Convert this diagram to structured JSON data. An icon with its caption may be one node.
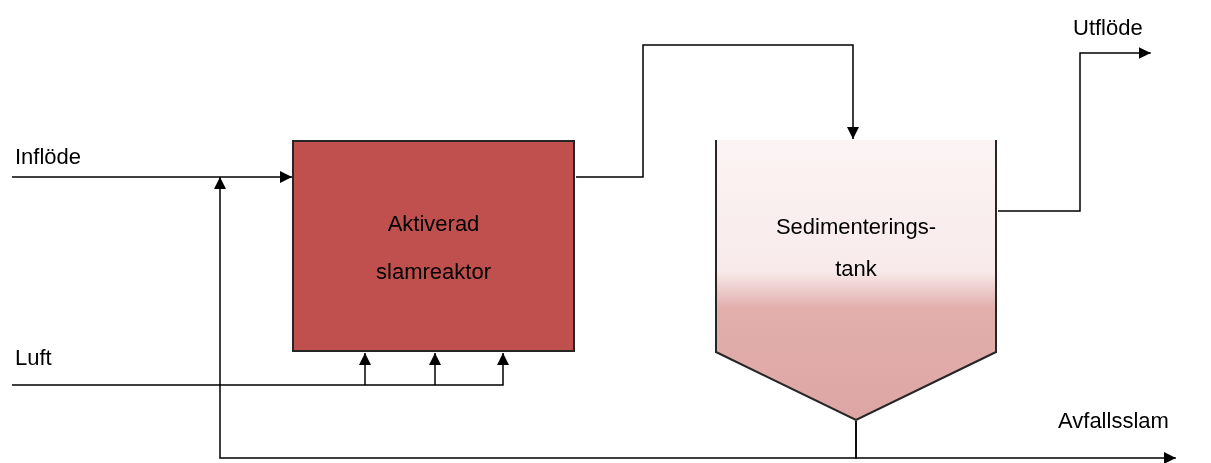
{
  "diagram": {
    "nodes": [
      {
        "text": [
          "Utflöde"
        ]
      },
      {
        "text": [
          "Inflöde"
        ]
      },
      {
        "text": [
          "Aktiverad slamreaktor"
        ]
      },
      {
        "text": [
          "Sedimenterings- tank"
        ]
      },
      {
        "text": [
          "Luft"
        ]
      },
      {
        "text": [
          "Avfallsslam"
        ]
      }
    ],
    "edges": [
      {
        "from": 1,
        "to": 2,
        "arrow": "to"
      },
      {
        "from": 2,
        "to": 3,
        "arrow": "to"
      },
      {
        "from": 3,
        "to": 0,
        "arrow": "to"
      },
      {
        "from": 4,
        "to": 2,
        "arrow": "to"
      },
      {
        "from": 3,
        "to": 5,
        "arrow": "to"
      },
      {
        "from": 3,
        "to": 2,
        "arrow": "to"
      }
    ]
  }
}
